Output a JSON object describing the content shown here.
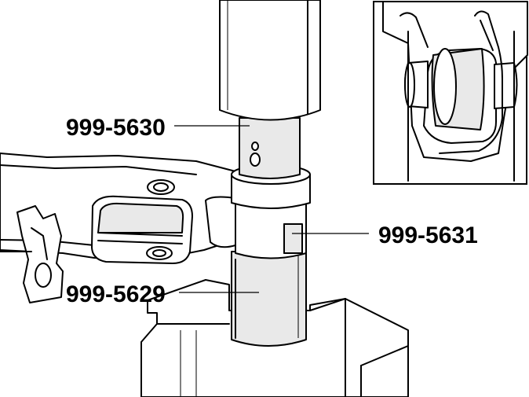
{
  "labels": {
    "tool_upper": "999-5630",
    "tool_sleeve": "999-5631",
    "tool_lower": "999-5629"
  },
  "colors": {
    "ink": "#000000",
    "paper": "#ffffff",
    "shade": "#e9e9e9"
  }
}
